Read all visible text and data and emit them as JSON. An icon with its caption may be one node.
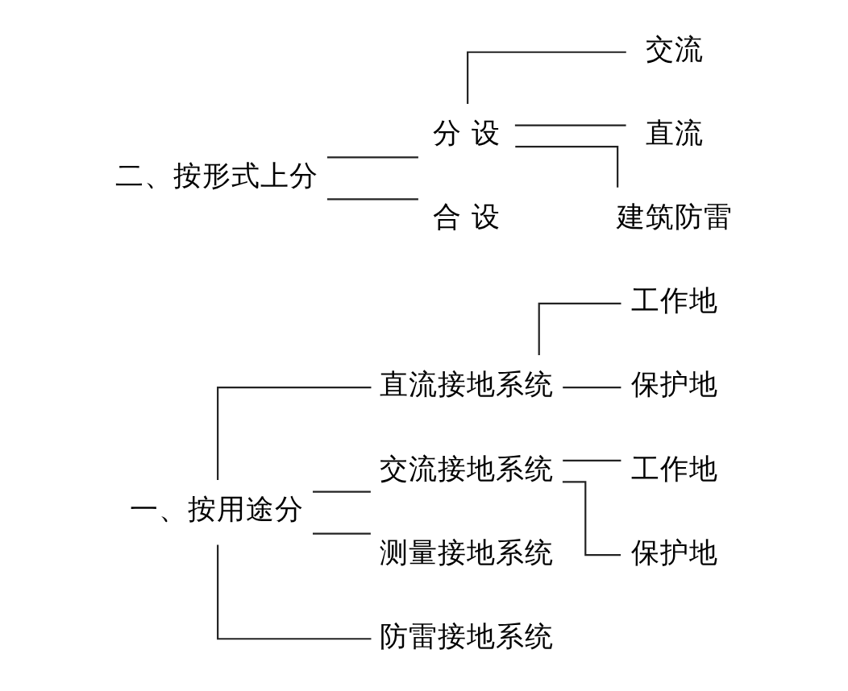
{
  "diagram": {
    "nodes": [
      {
        "text": [
          "一、按用途分"
        ]
      },
      {
        "text": [
          "直流接地系统"
        ]
      },
      {
        "text": [
          "工作地"
        ]
      },
      {
        "text": [
          "保护地"
        ]
      },
      {
        "text": [
          "交流接地系统"
        ]
      },
      {
        "text": [
          "工作地"
        ]
      },
      {
        "text": [
          "保护地"
        ]
      },
      {
        "text": [
          "测量接地系统"
        ]
      },
      {
        "text": [
          "防雷接地系统"
        ]
      },
      {
        "text": [
          "二、按形式上分"
        ]
      },
      {
        "text": [
          "分 设"
        ]
      },
      {
        "text": [
          "交流"
        ]
      },
      {
        "text": [
          "直流"
        ]
      },
      {
        "text": [
          "建筑防雷"
        ]
      },
      {
        "text": [
          "合 设"
        ]
      }
    ],
    "edges": [
      {
        "from": 0,
        "to": 1,
        "arrow": "none"
      },
      {
        "from": 0,
        "to": 4,
        "arrow": "none"
      },
      {
        "from": 0,
        "to": 7,
        "arrow": "none"
      },
      {
        "from": 0,
        "to": 8,
        "arrow": "none"
      },
      {
        "from": 1,
        "to": 2,
        "arrow": "none"
      },
      {
        "from": 1,
        "to": 3,
        "arrow": "none"
      },
      {
        "from": 4,
        "to": 5,
        "arrow": "none"
      },
      {
        "from": 4,
        "to": 6,
        "arrow": "none"
      },
      {
        "from": 9,
        "to": 10,
        "arrow": "none"
      },
      {
        "from": 9,
        "to": 14,
        "arrow": "none"
      },
      {
        "from": 10,
        "to": 11,
        "arrow": "none"
      },
      {
        "from": 10,
        "to": 12,
        "arrow": "none"
      },
      {
        "from": 10,
        "to": 13,
        "arrow": "none"
      }
    ]
  }
}
